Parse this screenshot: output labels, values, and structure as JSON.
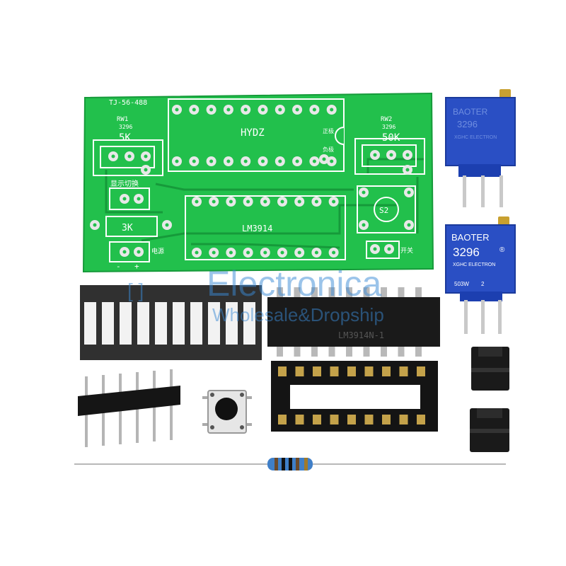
{
  "pcb": {
    "model": "TJ-56-488",
    "rw1_label": "RW1",
    "rw1_type": "3296",
    "rw1_value": "5K",
    "rw2_label": "RW2",
    "rw2_type": "3296",
    "rw2_value": "50K",
    "brand": "HYDZ",
    "pos_label": "正极",
    "neg_label": "负极",
    "display_switch": "显示切换",
    "res_value": "3K",
    "chip_label": "LM3914",
    "switch_label": "S2",
    "power_label": "电源",
    "toggle_label": "开关",
    "minus": "-",
    "plus": "+",
    "colors": {
      "board": "#1fbf4a",
      "trace": "#139b38"
    }
  },
  "pot_top": {
    "brand": "BAOTER",
    "model": "3296",
    "maker": "XGHC ELECTRON"
  },
  "pot_bottom": {
    "brand": "BAOTER",
    "model": "3296",
    "reg": "®",
    "maker": "XGHC ELECTRON",
    "code": "503W",
    "pin": "2"
  },
  "ic": {
    "marking": "LM3914N-1"
  },
  "watermark": {
    "title": "Electronica",
    "subtitle": "Wholesale&Dropship",
    "color": "#3a8ad6"
  }
}
